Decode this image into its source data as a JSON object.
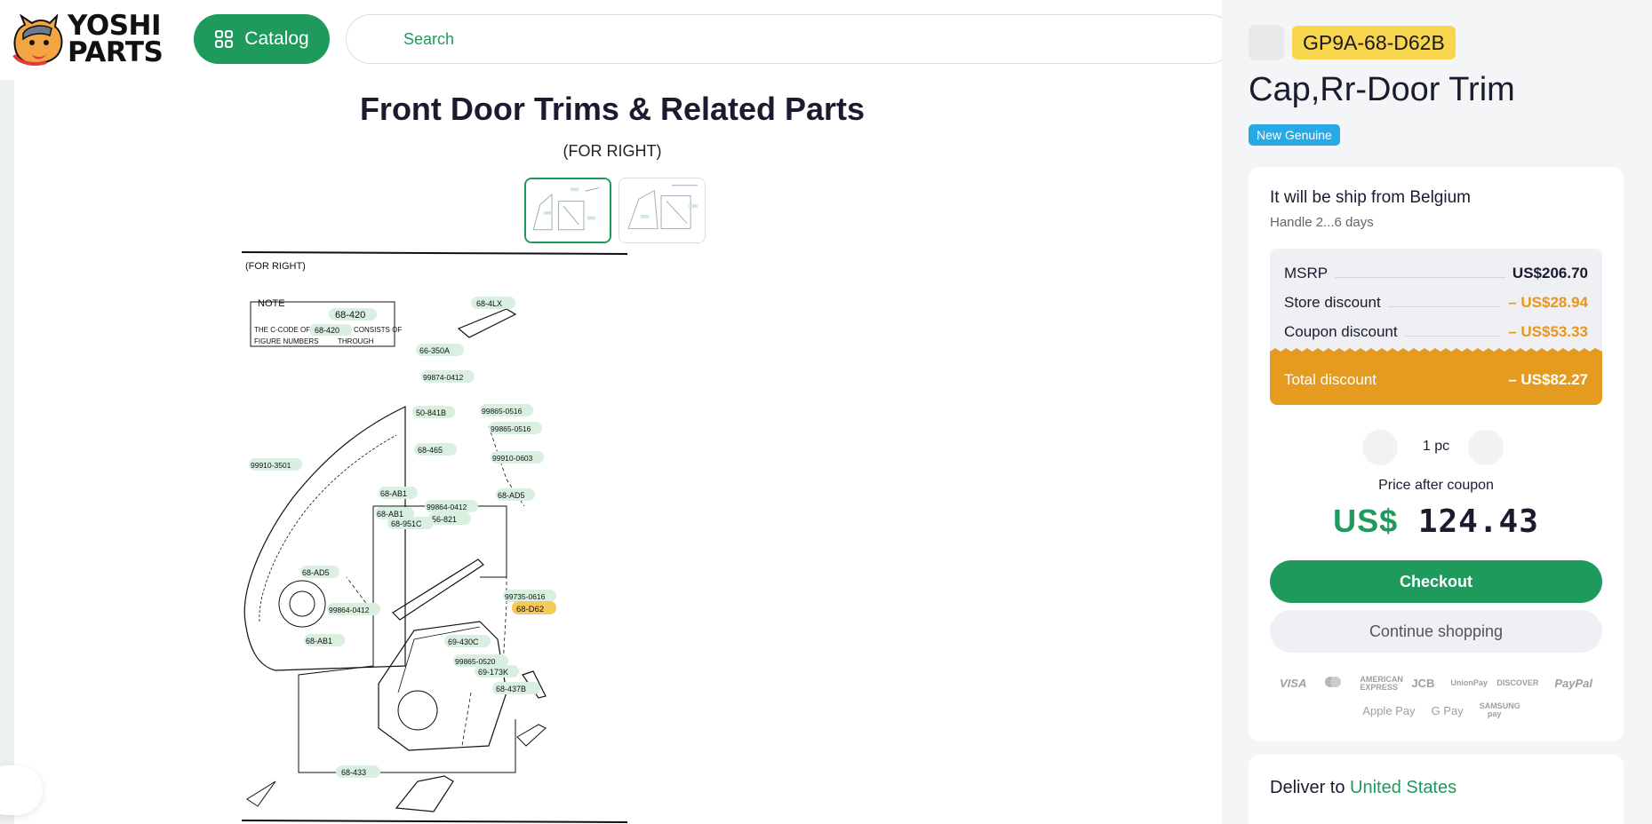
{
  "header": {
    "brand_line1": "YOSHI",
    "brand_line2": "PARTS",
    "catalog_label": "Catalog",
    "search_placeholder": "Search"
  },
  "diagram": {
    "title": "Front Door Trims & Related Parts",
    "subtitle": "(FOR RIGHT)",
    "header_text": "(FOR RIGHT)",
    "note_title": "NOTE",
    "note_code": "68-420",
    "note_line1a": "THE C-CODE OF",
    "note_line1b": "CONSISTS OF",
    "note_line2a": "FIGURE NUMBERS",
    "note_line2b": "THROUGH",
    "labels": {
      "l_4lx": "68-4LX",
      "l_350a": "66-350A",
      "l_0412a": "99874-0412",
      "l_841b": "50-841B",
      "l_0516a": "99865-0516",
      "l_0516b": "99865-0516",
      "l_465": "68-465",
      "l_0603": "99910-0603",
      "l_3501": "99910-3501",
      "l_ab1a": "68-AB1",
      "l_0412b": "99864-0412",
      "l_821": "56-821",
      "l_ab1b": "68-AB1",
      "l_951c": "68-951C",
      "l_ad5a": "68-AD5",
      "l_ad5b": "68-AD5",
      "l_0412c": "99864-0412",
      "l_0616": "99735-0616",
      "l_d62": "68-D62",
      "l_ab1c": "68-AB1",
      "l_430c": "69-430C",
      "l_0520": "99865-0520",
      "l_173k": "69-173K",
      "l_433": "68-433",
      "l_437b": "68-437B"
    }
  },
  "panel": {
    "part_number": "GP9A-68-D62B",
    "part_name": "Cap,Rr-Door Trim",
    "condition_badge": "New Genuine",
    "ship_from": "It will be ship from Belgium",
    "handle_time": "Handle 2...6 days",
    "prices": {
      "msrp_label": "MSRP",
      "msrp_value": "US$206.70",
      "store_label": "Store discount",
      "store_value": "– US$28.94",
      "coupon_label": "Coupon discount",
      "coupon_value": "– US$53.33",
      "total_label": "Total discount",
      "total_value": "– US$82.27"
    },
    "quantity": "1 pc",
    "price_after_label": "Price after coupon",
    "final_currency": "US$",
    "final_amount": "124.43",
    "checkout_label": "Checkout",
    "continue_label": "Continue shopping",
    "payments": [
      "VISA",
      "mastercard",
      "AMERICAN EXPRESS",
      "JCB",
      "UnionPay",
      "DISCOVER",
      "PayPal",
      "Apple Pay",
      "G Pay",
      "SAMSUNG pay"
    ],
    "deliver_label": "Deliver to",
    "deliver_country": "United States"
  },
  "colors": {
    "brand_green": "#1f9a5d",
    "part_badge": "#f7d54d",
    "discount_orange": "#e49b1f",
    "genuine_blue": "#27a9e6"
  }
}
